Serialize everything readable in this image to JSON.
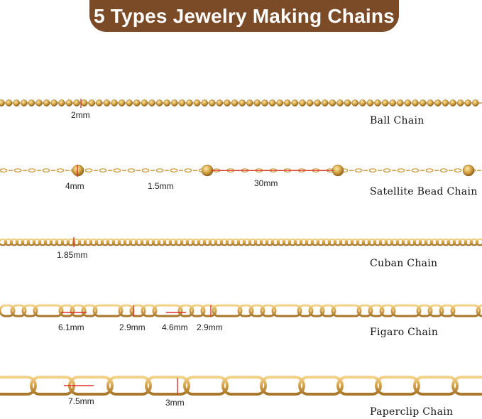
{
  "title": "5 Types Jewelry Making Chains",
  "colors": {
    "title_bg": "#7b4a26",
    "gold": "#d4a84a",
    "gold_dark": "#a9782a",
    "measure": "#e0302a"
  },
  "chains": [
    {
      "name": "Ball Chain",
      "measurements": [
        "2mm"
      ]
    },
    {
      "name": "Satellite Bead Chain",
      "measurements": [
        "4mm",
        "1.5mm",
        "30mm"
      ]
    },
    {
      "name": "Cuban Chain",
      "measurements": [
        "1.85mm"
      ]
    },
    {
      "name": "Figaro Chain",
      "measurements": [
        "6.1mm",
        "2.9mm",
        "4.6mm",
        "2.9mm"
      ]
    },
    {
      "name": "Paperclip Chain",
      "measurements": [
        "7.5mm",
        "3mm"
      ]
    }
  ]
}
